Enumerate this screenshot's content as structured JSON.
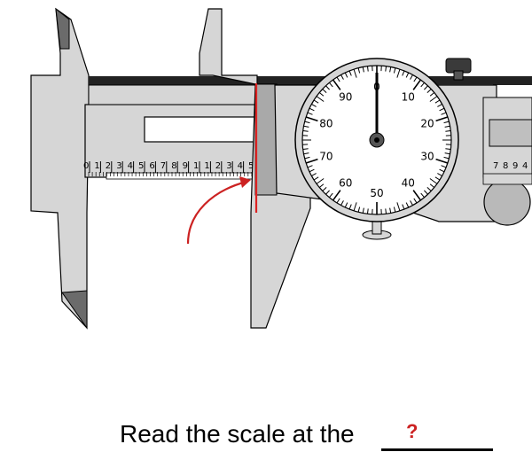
{
  "main_scale": {
    "labels": [
      "0",
      "1",
      "2",
      "3",
      "4",
      "5",
      "6",
      "7",
      "8",
      "9",
      "1",
      "1",
      "2",
      "3",
      "4",
      "5"
    ]
  },
  "dial": {
    "labels": [
      "0",
      "10",
      "20",
      "30",
      "40",
      "50",
      "60",
      "70",
      "80",
      "90"
    ],
    "needle_reading": 0
  },
  "right_scale": {
    "labels": [
      "7",
      "8",
      "9",
      "4"
    ]
  },
  "question": {
    "text": "Read the scale at the",
    "answer_placeholder": "?"
  },
  "colors": {
    "body": "#d4d4d4",
    "outline": "#000000",
    "dark_tip": "#7f7f7f",
    "beam": "#222222",
    "highlight": "#dd2222"
  }
}
